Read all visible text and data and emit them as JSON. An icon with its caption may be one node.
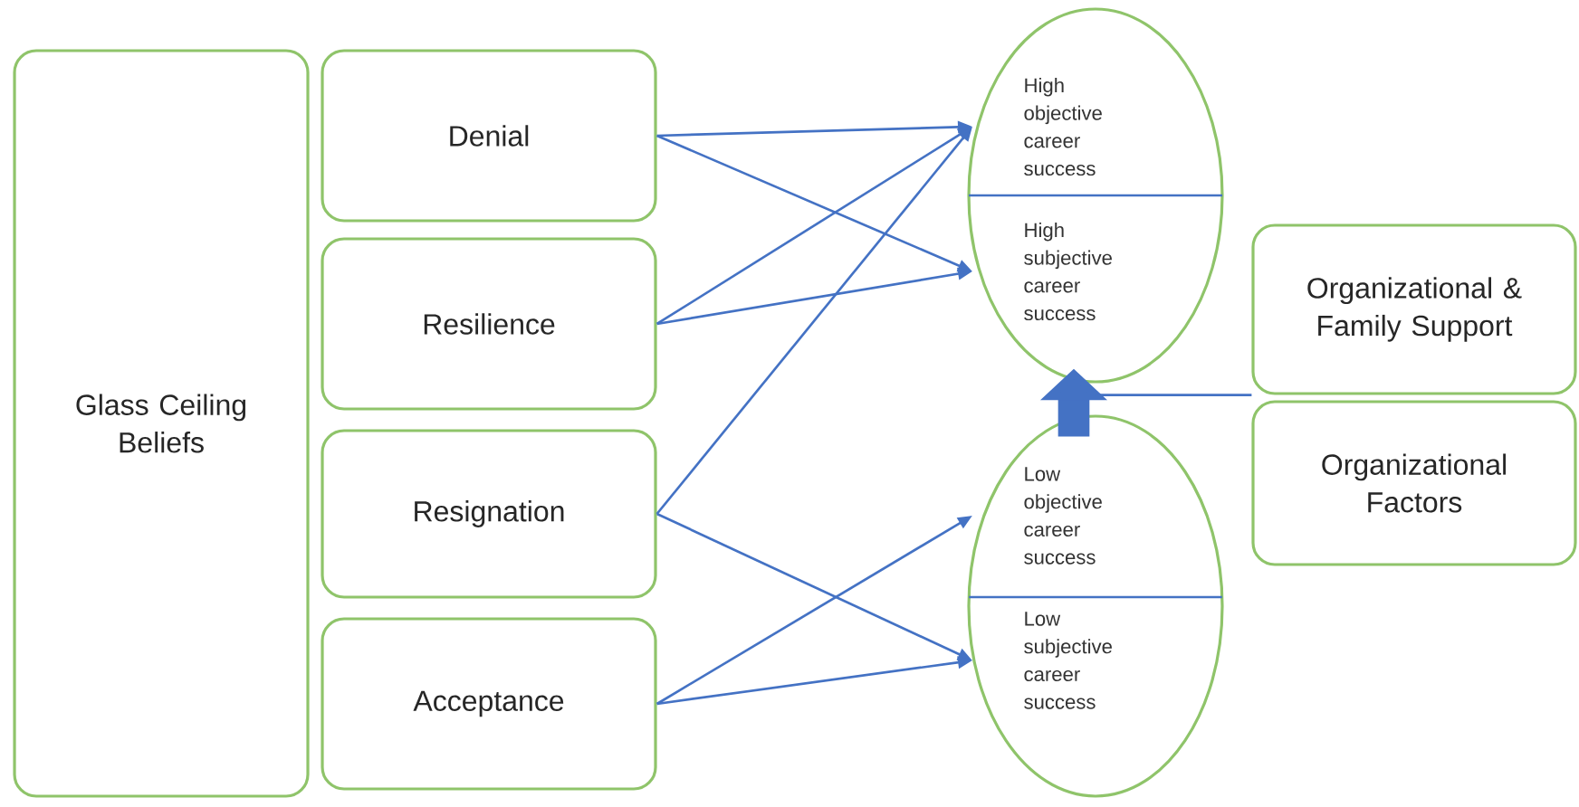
{
  "diagram": {
    "nodes": [
      {
        "text": [
          "Glass Ceiling Beliefs"
        ]
      },
      {
        "text": [
          "Denial"
        ]
      },
      {
        "text": [
          "Resilience"
        ]
      },
      {
        "text": [
          "Resignation"
        ]
      },
      {
        "text": [
          "Acceptance"
        ]
      },
      {
        "text": [],
        "shape": "ellipse"
      },
      {
        "text": [
          "High objective career success"
        ],
        "in": 5
      },
      {
        "text": [
          "High subjective career success"
        ],
        "in": 5
      },
      {
        "text": [],
        "shape": "ellipse"
      },
      {
        "text": [
          "Low objective career success"
        ],
        "in": 8
      },
      {
        "text": [
          "Low subjective career success"
        ],
        "in": 8
      },
      {
        "text": [
          "Organizational & Family Support"
        ]
      },
      {
        "text": [
          "Organizational Factors"
        ]
      }
    ],
    "edges": [
      {
        "from": 1,
        "to": 6,
        "arrow": "to"
      },
      {
        "from": 1,
        "to": 7,
        "arrow": "to"
      },
      {
        "from": 2,
        "to": 6,
        "arrow": "to"
      },
      {
        "from": 2,
        "to": 7,
        "arrow": "to"
      },
      {
        "from": 3,
        "to": 6,
        "arrow": "to"
      },
      {
        "from": 3,
        "to": 10,
        "arrow": "to"
      },
      {
        "from": 4,
        "to": 9,
        "arrow": "to"
      },
      {
        "from": 4,
        "to": 10,
        "arrow": "to"
      },
      {
        "from": 8,
        "to": 5,
        "arrow": "to",
        "style": "thick"
      },
      {
        "from": 11,
        "to": 5,
        "arrow": "none"
      },
      {
        "from": 12,
        "to": 5,
        "arrow": "none"
      }
    ]
  }
}
